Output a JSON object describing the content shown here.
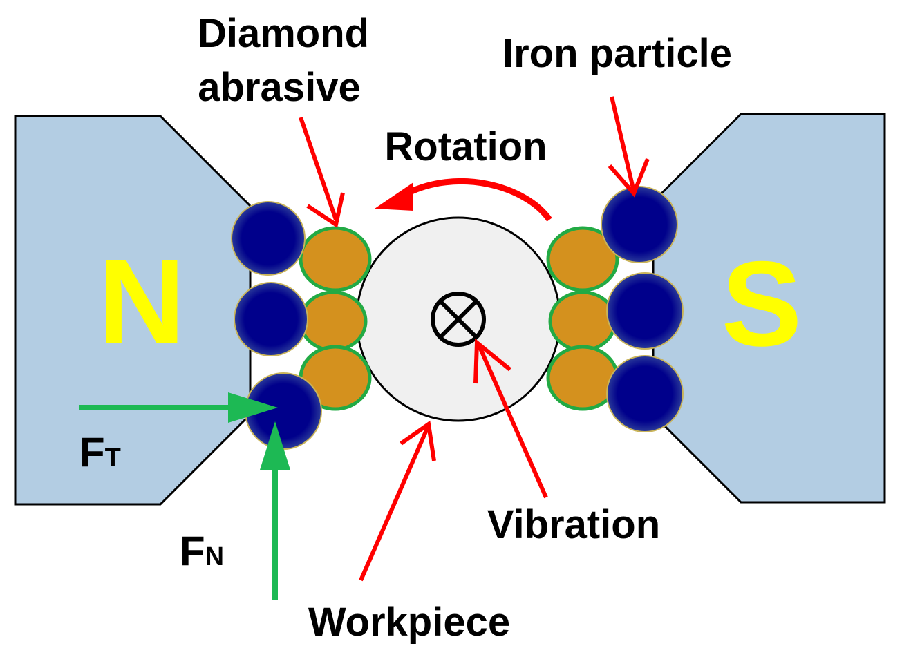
{
  "labels": {
    "diamond_line1": "Diamond",
    "diamond_line2": "abrasive",
    "iron_particle": "Iron particle",
    "rotation": "Rotation",
    "vibration": "Vibration",
    "workpiece": "Workpiece",
    "ft_main": "F",
    "ft_sub": "T",
    "fn_main": "F",
    "fn_sub": "N"
  },
  "poles": {
    "north": "N",
    "south": "S"
  },
  "symbols": {
    "into_page_icon": "circle-cross (into page)"
  },
  "colors": {
    "pole_fill": "#b3cde3",
    "pole_letter": "#ffff00",
    "iron": "#00008b",
    "abrasive": "#d4911e",
    "abrasive_outline": "#22aa44",
    "workpiece": "#f0f0f0",
    "arrow_red": "#ff0000",
    "force_green": "#1db954"
  }
}
